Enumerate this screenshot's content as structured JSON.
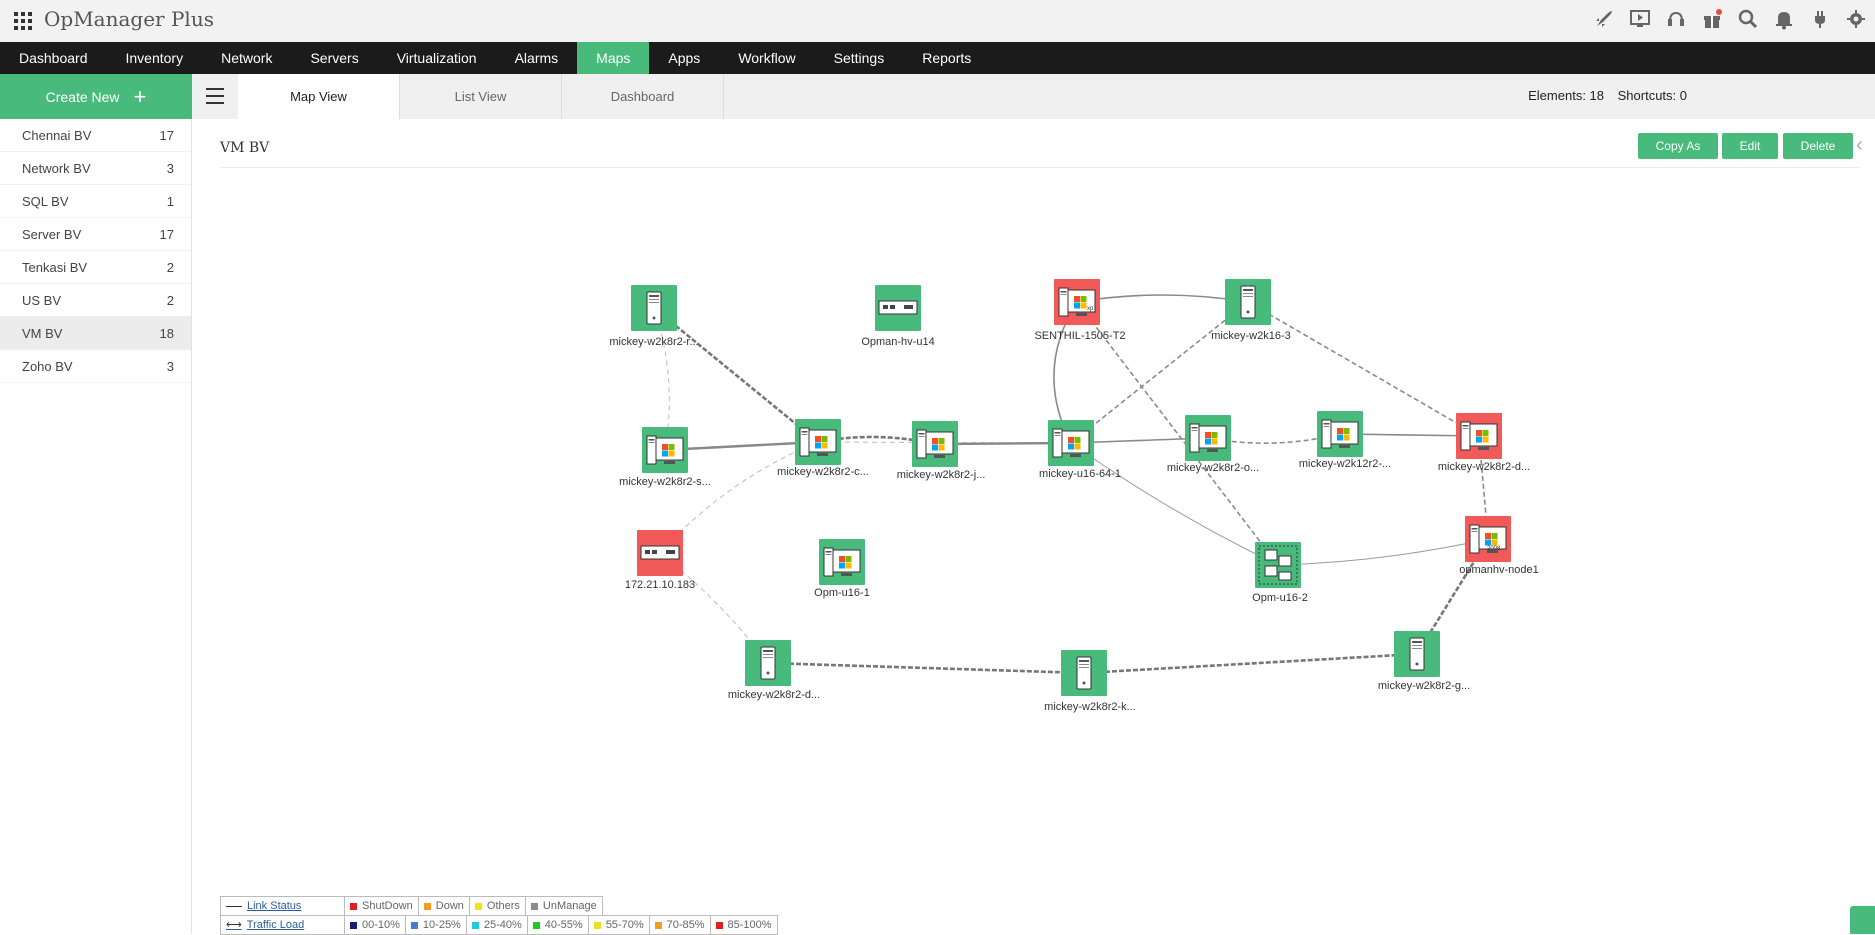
{
  "app": {
    "title": "OpManager Plus"
  },
  "topbar": {
    "icons": [
      "rocket-icon",
      "screen-play-icon",
      "headset-icon",
      "gift-icon",
      "search-icon",
      "bell-icon",
      "plug-icon",
      "gear-icon"
    ]
  },
  "nav": {
    "items": [
      "Dashboard",
      "Inventory",
      "Network",
      "Servers",
      "Virtualization",
      "Alarms",
      "Maps",
      "Apps",
      "Workflow",
      "Settings",
      "Reports"
    ],
    "active": "Maps"
  },
  "sidebar": {
    "create_new": "Create New",
    "items": [
      {
        "label": "Chennai BV",
        "count": "17"
      },
      {
        "label": "Network BV",
        "count": "3"
      },
      {
        "label": "SQL BV",
        "count": "1"
      },
      {
        "label": "Server BV",
        "count": "17"
      },
      {
        "label": "Tenkasi BV",
        "count": "2"
      },
      {
        "label": "US BV",
        "count": "2"
      },
      {
        "label": "VM BV",
        "count": "18"
      },
      {
        "label": "Zoho BV",
        "count": "3"
      }
    ],
    "active": "VM BV"
  },
  "subnav": {
    "tabs": [
      "Map View",
      "List View",
      "Dashboard"
    ],
    "active": "Map View",
    "elements": "Elements: 18",
    "shortcuts": "Shortcuts: 0"
  },
  "page": {
    "title": "VM BV",
    "buttons": {
      "copy_as": "Copy As",
      "edit": "Edit",
      "delete": "Delete"
    }
  },
  "colors": {
    "ok": "#48bb7c",
    "down": "#f25a5a",
    "nav_bg": "#1b1b1b"
  },
  "map": {
    "nodes": [
      {
        "id": "n1",
        "label": "mickey-w2k8r2-r...",
        "status": "ok",
        "icon": "server-tower-icon"
      },
      {
        "id": "n2",
        "label": "Opman-hv-u14",
        "status": "ok",
        "icon": "switch-icon"
      },
      {
        "id": "n3",
        "label": "SENTHIL-1505-T2",
        "status": "down",
        "icon": "windows-xp-desktop-icon"
      },
      {
        "id": "n4",
        "label": "mickey-w2k16-3",
        "status": "ok",
        "icon": "server-tower-icon"
      },
      {
        "id": "n5",
        "label": "mickey-w2k8r2-s...",
        "status": "ok",
        "icon": "windows-desktop-icon"
      },
      {
        "id": "n6",
        "label": "mickey-w2k8r2-c...",
        "status": "ok",
        "icon": "windows-desktop-icon"
      },
      {
        "id": "n7",
        "label": "mickey-w2k8r2-j...",
        "status": "ok",
        "icon": "windows-desktop-icon"
      },
      {
        "id": "n8",
        "label": "mickey-u16-64-1",
        "status": "ok",
        "icon": "windows-desktop-icon"
      },
      {
        "id": "n9",
        "label": "mickey-w2k8r2-o...",
        "status": "ok",
        "icon": "windows-desktop-icon"
      },
      {
        "id": "n10",
        "label": "mickey-w2k12r2-...",
        "status": "ok",
        "icon": "windows-desktop-icon"
      },
      {
        "id": "n11",
        "label": "mickey-w2k8r2-d...",
        "status": "down",
        "icon": "windows-desktop-icon"
      },
      {
        "id": "n12",
        "label": "172.21.10.183",
        "status": "down",
        "icon": "switch-icon"
      },
      {
        "id": "n13",
        "label": "Opm-u16-1",
        "status": "ok",
        "icon": "windows-desktop-icon"
      },
      {
        "id": "n14",
        "label": "Opm-u16-2",
        "status": "ok",
        "icon": "cluster-icon"
      },
      {
        "id": "n15",
        "label": "opmanhv-node1",
        "status": "down",
        "icon": "windows-2008-desktop-icon"
      },
      {
        "id": "n16",
        "label": "mickey-w2k8r2-d...",
        "status": "ok",
        "icon": "server-tower-icon"
      },
      {
        "id": "n17",
        "label": "mickey-w2k8r2-k...",
        "status": "ok",
        "icon": "server-tower-icon"
      },
      {
        "id": "n18",
        "label": "mickey-w2k8r2-g...",
        "status": "ok",
        "icon": "server-tower-icon"
      }
    ],
    "links": [
      {
        "from": "n1",
        "to": "n6",
        "style": "bold-dashed"
      },
      {
        "from": "n1",
        "to": "n5",
        "style": "light-dashed"
      },
      {
        "from": "n5",
        "to": "n6",
        "style": "solid-thick"
      },
      {
        "from": "n6",
        "to": "n7",
        "style": "bold-dashed"
      },
      {
        "from": "n6",
        "to": "n8",
        "style": "light-dashed"
      },
      {
        "from": "n6",
        "to": "n12",
        "style": "light-dashed"
      },
      {
        "from": "n7",
        "to": "n8",
        "style": "solid-thick"
      },
      {
        "from": "n8",
        "to": "n9",
        "style": "solid"
      },
      {
        "from": "n8",
        "to": "n3",
        "style": "solid"
      },
      {
        "from": "n8",
        "to": "n4",
        "style": "dashed"
      },
      {
        "from": "n8",
        "to": "n14",
        "style": "solid-thin"
      },
      {
        "from": "n9",
        "to": "n10",
        "style": "dashed"
      },
      {
        "from": "n10",
        "to": "n11",
        "style": "solid"
      },
      {
        "from": "n3",
        "to": "n4",
        "style": "solid"
      },
      {
        "from": "n3",
        "to": "n14",
        "style": "dashed"
      },
      {
        "from": "n4",
        "to": "n11",
        "style": "dashed"
      },
      {
        "from": "n11",
        "to": "n15",
        "style": "dashed"
      },
      {
        "from": "n14",
        "to": "n15",
        "style": "solid-thin"
      },
      {
        "from": "n15",
        "to": "n18",
        "style": "bold-dashed"
      },
      {
        "from": "n12",
        "to": "n16",
        "style": "light-dashed"
      },
      {
        "from": "n16",
        "to": "n17",
        "style": "bold-dashed"
      },
      {
        "from": "n17",
        "to": "n18",
        "style": "bold-dashed"
      }
    ]
  },
  "legend": {
    "link_status": {
      "label": "Link Status",
      "items": [
        {
          "label": "ShutDown",
          "color": "#e02020"
        },
        {
          "label": "Down",
          "color": "#f59b22"
        },
        {
          "label": "Others",
          "color": "#f0e020"
        },
        {
          "label": "UnManage",
          "color": "#8a8a8a"
        }
      ]
    },
    "traffic_load": {
      "label": "Traffic Load",
      "items": [
        {
          "label": "00-10%",
          "color": "#1a1a7a"
        },
        {
          "label": "10-25%",
          "color": "#4a7ad0"
        },
        {
          "label": "25-40%",
          "color": "#22c8e8"
        },
        {
          "label": "40-55%",
          "color": "#22c822"
        },
        {
          "label": "55-70%",
          "color": "#e8e020"
        },
        {
          "label": "70-85%",
          "color": "#f59b22"
        },
        {
          "label": "85-100%",
          "color": "#e02020"
        }
      ]
    }
  }
}
